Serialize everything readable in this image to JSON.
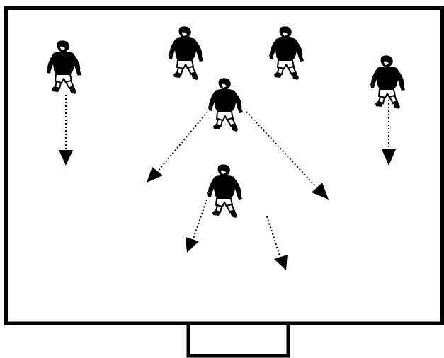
{
  "diagram": {
    "type": "football-drill",
    "colors": {
      "background": "#ffffff",
      "lines": "#000000",
      "shirt": "#000000",
      "shorts": "#ffffff",
      "skin": "#ffffff"
    },
    "elements": [
      {
        "kind": "pitch-boundary",
        "name": "pitch-boundary"
      },
      {
        "kind": "goal",
        "name": "goal"
      },
      {
        "kind": "player",
        "name": "player-left",
        "icon": "running-player-icon"
      },
      {
        "kind": "player",
        "name": "player-top-center-left",
        "icon": "running-player-icon"
      },
      {
        "kind": "player",
        "name": "player-top-center-right",
        "icon": "running-player-icon"
      },
      {
        "kind": "player",
        "name": "player-right",
        "icon": "running-player-icon"
      },
      {
        "kind": "player",
        "name": "player-center",
        "icon": "running-player-icon"
      },
      {
        "kind": "player",
        "name": "player-lower-center",
        "icon": "running-player-icon"
      },
      {
        "kind": "movement-arrow",
        "name": "arrow-left-player-down",
        "style": "dotted"
      },
      {
        "kind": "movement-arrow",
        "name": "arrow-right-player-down",
        "style": "dotted"
      },
      {
        "kind": "movement-arrow",
        "name": "arrow-center-to-lower-left",
        "style": "dotted"
      },
      {
        "kind": "movement-arrow",
        "name": "arrow-center-to-lower-right",
        "style": "dotted"
      },
      {
        "kind": "movement-arrow",
        "name": "arrow-lower-center-down-left",
        "style": "dotted"
      },
      {
        "kind": "movement-arrow",
        "name": "arrow-lower-center-down-right",
        "style": "dotted"
      }
    ]
  }
}
